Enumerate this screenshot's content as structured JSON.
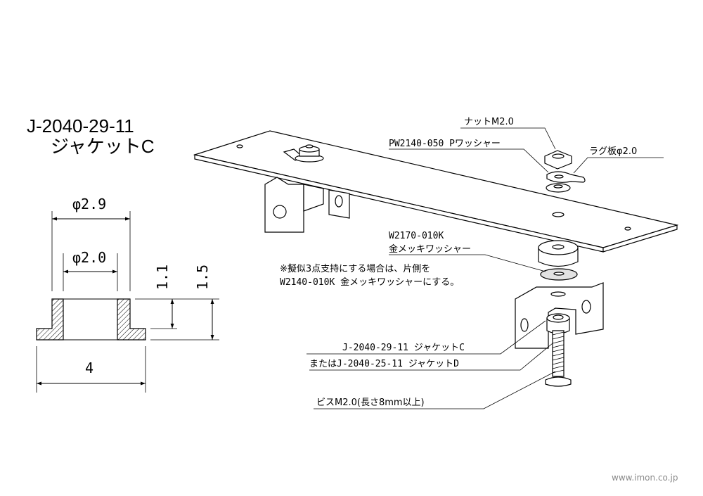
{
  "title": {
    "part_number": "J-2040-29-11",
    "part_name": "ジャケットC"
  },
  "dimensions": {
    "outer_diameter": "φ2.9",
    "inner_diameter": "φ2.0",
    "flange_thickness": "1.1",
    "total_height": "1.5",
    "flange_width": "4"
  },
  "callouts": {
    "nut": "ナットM2.0",
    "p_washer": "PW2140-050 Pワッシャー",
    "lug": "ラグ板φ2.0",
    "gold_washer_code": "W2170-010K",
    "gold_washer_name": "金メッキワッシャー",
    "note_line1": "※擬似3点支持にする場合は、片側を",
    "note_line2": "W2140-010K 金メッキワッシャーにする。",
    "jacket_c": "J-2040-29-11 ジャケットC",
    "jacket_d": "またはJ-2040-25-11 ジャケットD",
    "screw": "ビスM2.0(長さ8mm以上)"
  },
  "footer": {
    "website": "www.imon.co.jp"
  }
}
